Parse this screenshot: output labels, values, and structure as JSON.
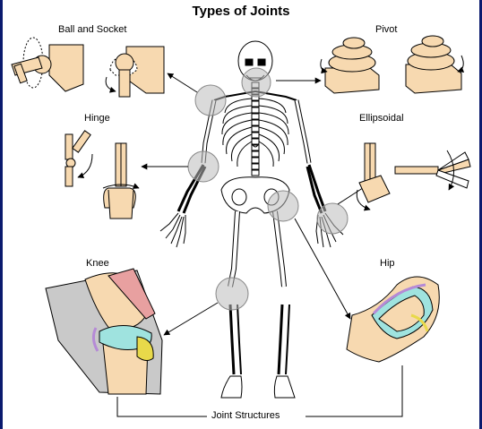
{
  "diagram": {
    "title": "Types of Joints",
    "labels": {
      "ball_and_socket": "Ball and Socket",
      "pivot": "Pivot",
      "hinge": "Hinge",
      "ellipsoidal": "Ellipsoidal",
      "knee": "Knee",
      "hip": "Hip",
      "joint_structures": "Joint Structures"
    },
    "colors": {
      "frame": "#0a1a6e",
      "bone_fill": "#f7d9b0",
      "bone_stroke": "#000000",
      "joint_highlight": "#cfcfcf",
      "cartilage": "#9fe3df",
      "muscle": "#e8a0a0",
      "ligament": "#b58ad6",
      "fat": "#e8d94a"
    }
  }
}
